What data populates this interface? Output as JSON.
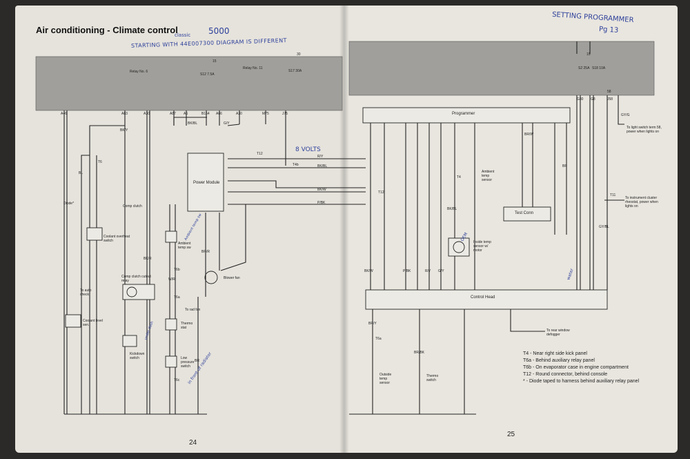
{
  "left_page": {
    "title": "Air conditioning - Climate control",
    "page_number": "24",
    "handwritten": {
      "model": "5000",
      "classic": "classic",
      "note": "STARTING WITH 44E007300 DIAGRAM IS DIFFERENT",
      "volts": "8 VOLTS",
      "ambient": "Ambient temp sw",
      "under_dash": "under dash",
      "front_note": "in front of radiator"
    },
    "relays": {
      "relay6": "Relay No. 6",
      "relay11": "Relay No. 11"
    },
    "fuses": {
      "s12": "S12 7.5A",
      "s17": "S17 30A",
      "f15": "15",
      "f30": "30"
    },
    "connectors": [
      "A46",
      "A83",
      "A30",
      "A87",
      "A6",
      "B154",
      "A66",
      "A30",
      "M75",
      "J75"
    ],
    "components": {
      "power_module": "Power Module",
      "comp_clutch": "Comp clutch",
      "coolant_overheat": "Coolant overheat switch",
      "diode": "Diode*",
      "to_auto_check": "To auto check",
      "coolant_level": "Coolant level sen.",
      "comp_clutch_relay": "Comp clutch cutout relay",
      "kickdown": "Kickdown switch",
      "ambient_sw": "Ambient temp sw",
      "thermo_stat": "Thermo stat",
      "low_pressure": "Low pressure switch",
      "to_rad_fan": "To rad fan",
      "blower_fan": "Blower fan"
    },
    "wire_labels": {
      "bky": "BK/Y",
      "bkbl": "BK/BL",
      "gy": "G/Y",
      "bl": "BL",
      "bkr": "BK/R",
      "ry": "R/Y",
      "bkw": "BK/W",
      "pbk": "P/BK",
      "br": "BR",
      "wr": "W/R",
      "brr": "BR/R"
    },
    "splices": {
      "t6": "T6",
      "t12": "T12",
      "t4b": "T4b",
      "t6b": "T6b",
      "t6a": "T6a",
      "t6c": "T6c"
    }
  },
  "right_page": {
    "page_number": "25",
    "handwritten": {
      "setting": "SETTING PROGRAMMER",
      "page_ref": "Pg 13",
      "oem": "OEM",
      "side_note": "water"
    },
    "fuses": {
      "s2": "S2 25A",
      "s18": "S18 10A",
      "f15": "15",
      "f58": "58"
    },
    "connectors": [
      "G30",
      "G8",
      "J58"
    ],
    "components": {
      "programmer": "Programmer",
      "control_head": "Control Head",
      "test_conn": "Test Conn",
      "ambient_temp_sensor": "Ambient temp sensor",
      "inside_temp_sensor": "Inside temp sensor w/ motor",
      "outside_temp_sensor": "Outside temp sensor",
      "thermo_switch": "Thermo switch",
      "to_light_switch": "To light switch term 58, power when lights on",
      "to_instrument_cluster": "To instrument cluster rheostat, power when lights on",
      "to_rear_defogger": "To rear window defogger"
    },
    "wire_labels": {
      "bkw": "BK/W",
      "pbk": "P/BK",
      "gy": "G/Y",
      "ry": "R/Y",
      "bkbl": "BK/BL",
      "br": "BR",
      "brw": "BR/W",
      "gybl": "GY/BL",
      "bry": "BR/Y",
      "brbk": "BR/BK",
      "gyg": "GY/G"
    },
    "splices": {
      "t12": "T12",
      "t4": "T4",
      "t6a": "T6a",
      "t11": "T11"
    },
    "legend": [
      "T4 - Near right side kick panel",
      "T6a - Behind auxiliary relay panel",
      "T6b - On evaporator case in engine compartment",
      "T12 - Round connector, behind console",
      "* - Diode taped to harness behind auxiliary relay panel"
    ]
  },
  "colors": {
    "paper": "#e6e3dc",
    "panel": "#9e9e9b",
    "ink": "#222222",
    "handwriting": "#2c3f9a"
  }
}
